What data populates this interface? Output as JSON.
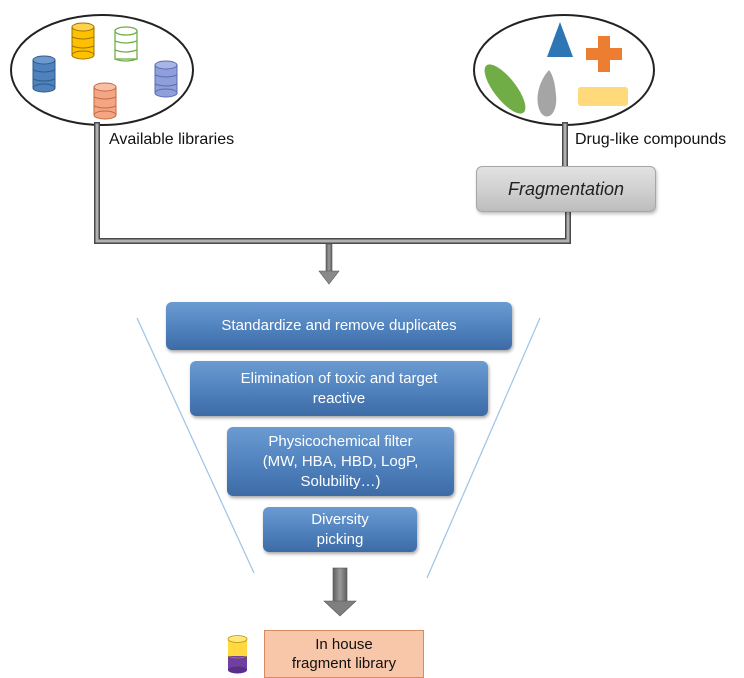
{
  "sources": {
    "libraries_label": "Available libraries",
    "compounds_label": "Drug-like compounds"
  },
  "fragmentation_label": "Fragmentation",
  "funnel_steps": [
    "Standardize and remove duplicates",
    "Elimination of toxic and target\nreactive",
    "Physicochemical filter\n(MW, HBA, HBD, LogP,\nSolubility…)",
    "Diversity\npicking"
  ],
  "output_label": "In house\nfragment library",
  "colors": {
    "step_fill": "#4f81bd",
    "connector": "#7f7f7f",
    "output_fill": "#f8c6a8",
    "funnel_line": "#9dc3e6"
  }
}
